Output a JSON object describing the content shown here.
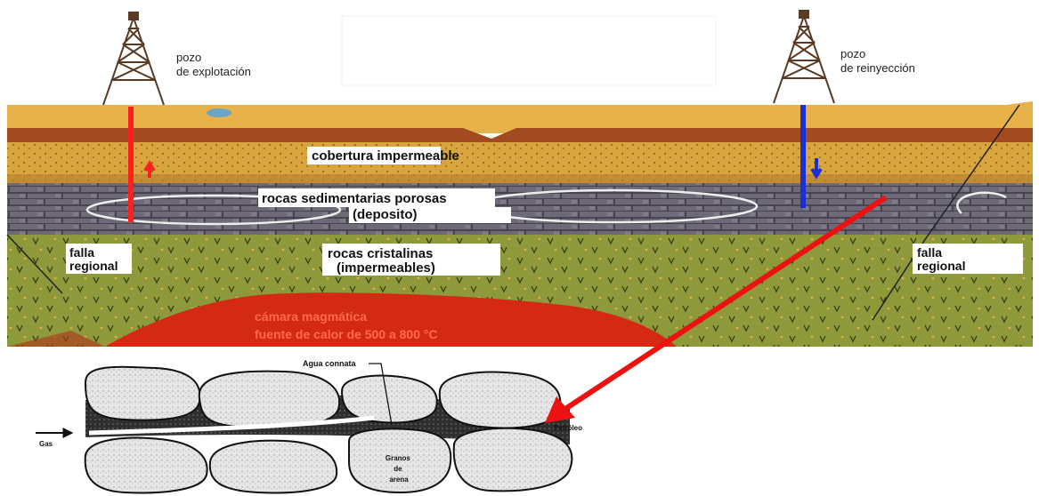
{
  "cross_section": {
    "well_left": {
      "line1": "pozo",
      "line2": "de explotación"
    },
    "well_right": {
      "line1": "pozo",
      "line2": "de reinyección"
    },
    "cap_rock": "cobertura impermeable",
    "reservoir": {
      "line1": "rocas sedimentarias porosas",
      "line2": "(deposito)"
    },
    "crystalline": {
      "line1": "rocas cristalinas",
      "line2": "(impermeables)"
    },
    "fault_left": {
      "line1": "falla",
      "line2": "regional"
    },
    "fault_right": {
      "line1": "falla",
      "line2": "regional"
    },
    "magma": {
      "line1": "cámara magmática",
      "line2": "fuente de calor de  500 a 800 °C"
    }
  },
  "pore_detail": {
    "connate_water": "Agua connata",
    "gas": "Gas",
    "oil": "Petróleo",
    "grains": {
      "line1": "Granos",
      "line2": "de",
      "line3": "arena"
    }
  },
  "colors": {
    "topsoil": "#e6b04a",
    "red_band": "#a4481e",
    "yellow_band": "#d9a73e",
    "reservoir": "#6e6a78",
    "crystalline": "#8f9a3c",
    "magma": "#d42a14",
    "production_pipe": "#ff1f1f",
    "injection_pipe": "#1c2fd6",
    "pointer_arrow": "#ee1111"
  }
}
